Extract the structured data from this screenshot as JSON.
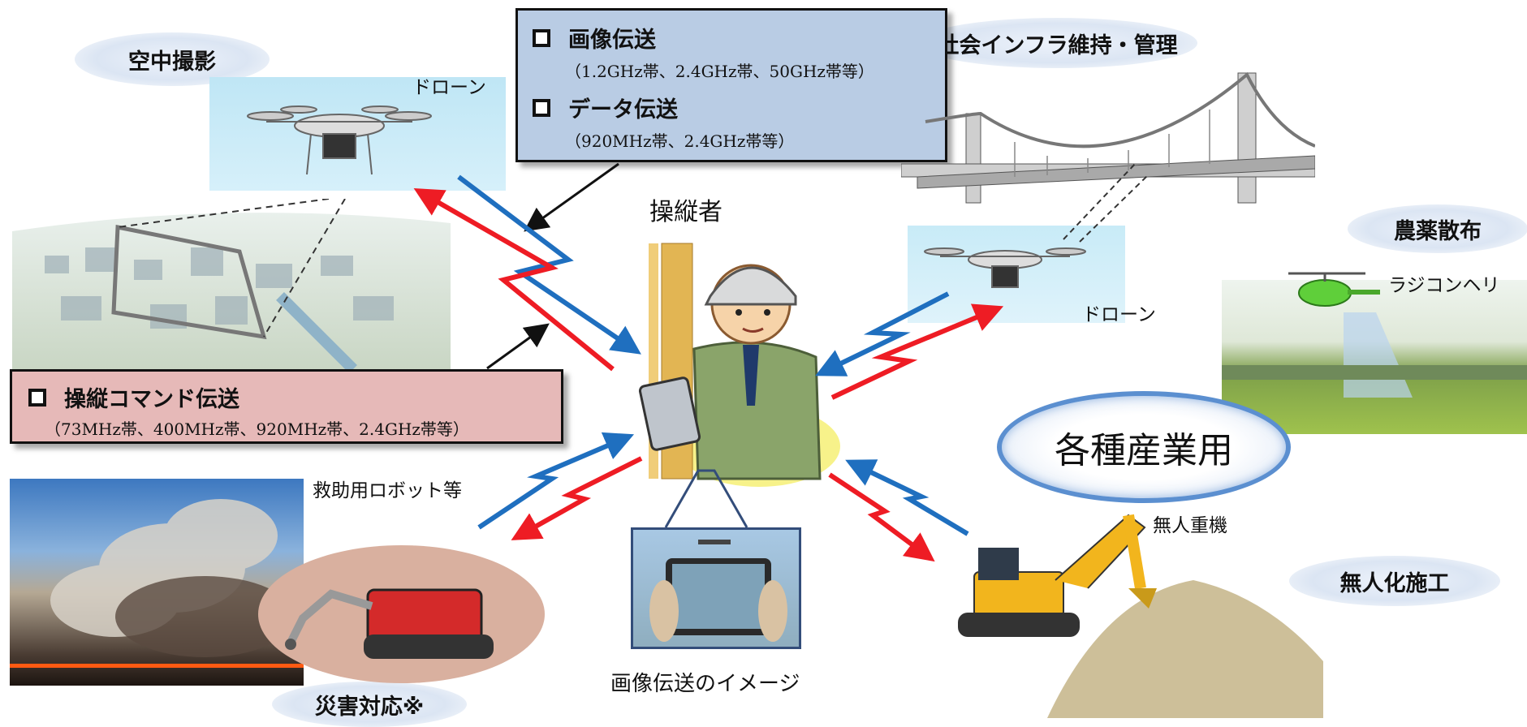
{
  "labels": {
    "aerial": "空中撮影",
    "infra": "社会インフラ維持・管理",
    "agri": "農薬散布",
    "disaster": "災害対応※",
    "construction": "無人化施工",
    "industry": "各種産業用"
  },
  "transmission_box": {
    "image_title": "画像伝送",
    "image_bands": "（1.2GHz帯、2.4GHz帯、50GHz帯等）",
    "data_title": "データ伝送",
    "data_bands": "（920MHz帯、2.4GHz帯等）"
  },
  "command_box": {
    "title": "操縦コマンド伝送",
    "bands": "（73MHz帯、400MHz帯、920MHz帯、2.4GHz帯等）"
  },
  "captions": {
    "drone_top": "ドローン",
    "drone_right": "ドローン",
    "operator": "操縦者",
    "heli": "ラジコンヘリ",
    "rescue": "救助用ロボット等",
    "heavy": "無人重機",
    "image_transfer": "画像伝送のイメージ"
  },
  "colors": {
    "uplink_red": "#ee1c24",
    "downlink_blue": "#1f6fbf",
    "box_blue": "#b9cce4",
    "box_pink": "#e6b9b8"
  }
}
